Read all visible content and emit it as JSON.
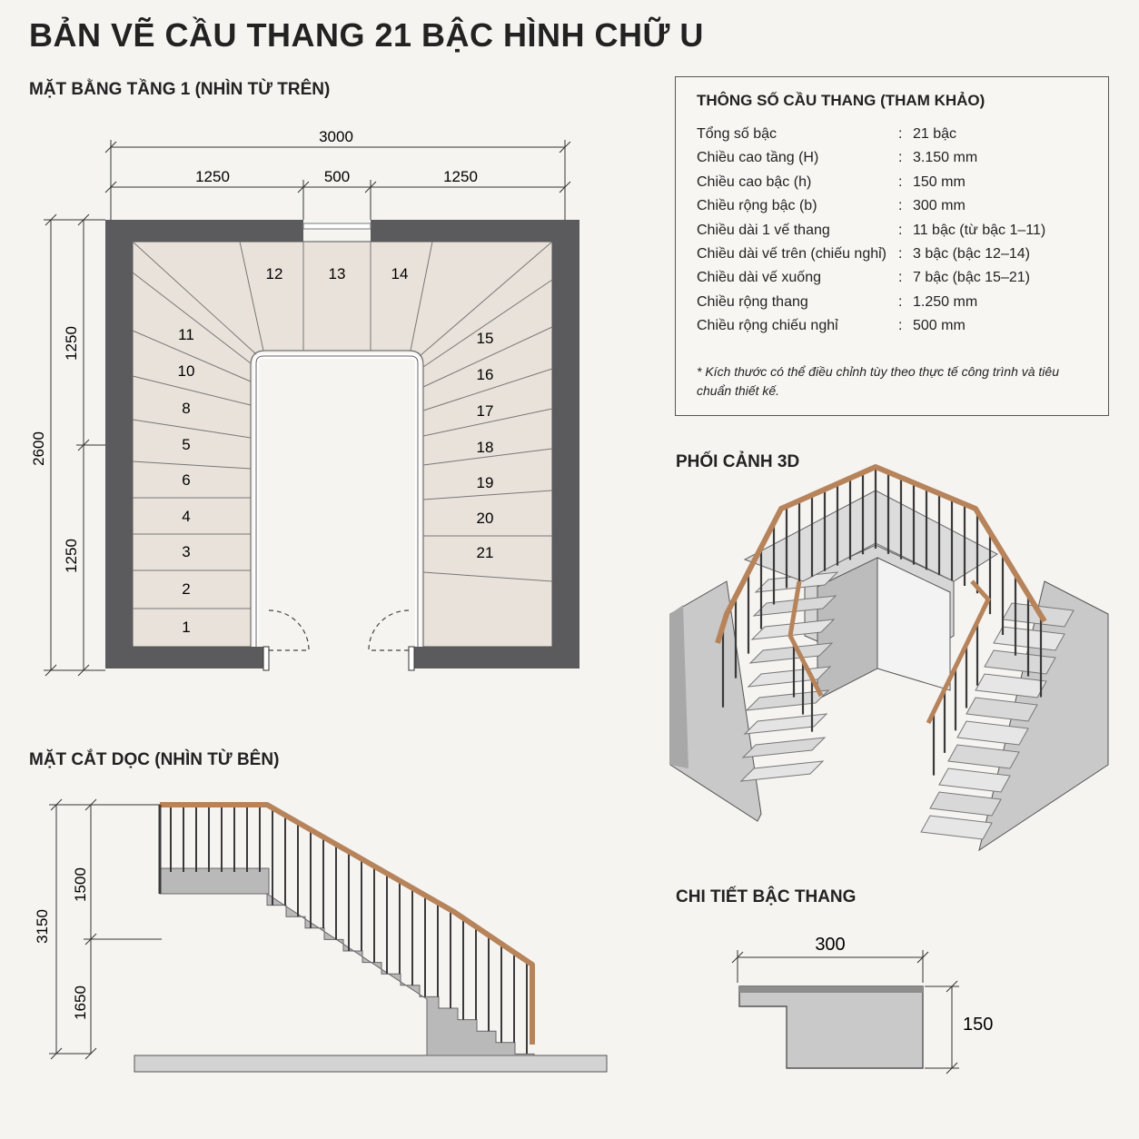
{
  "title": "BẢN VẼ CẦU THANG 21 BẬC HÌNH CHỮ U",
  "plan": {
    "title": "MẶT BẰNG TẦNG 1 (NHÌN TỪ TRÊN)",
    "dim_total_width": "3000",
    "dim_left": "1250",
    "dim_middle": "500",
    "dim_right": "1250",
    "dim_total_height": "2600",
    "dim_upper": "1250",
    "dim_lower": "1250",
    "left_steps": [
      "11",
      "10",
      "8",
      "5",
      "6",
      "4",
      "3",
      "2",
      "1"
    ],
    "top_steps": [
      "12",
      "13",
      "14"
    ],
    "right_steps": [
      "15",
      "16",
      "17",
      "18",
      "19",
      "20",
      "21"
    ]
  },
  "specs": {
    "title": "THÔNG SỐ CẦU THANG (THAM KHẢO)",
    "separator": ":",
    "rows": [
      {
        "label": "Tổng số bậc",
        "value": "21 bậc"
      },
      {
        "label": "Chiều cao tầng (H)",
        "value": "3.150 mm"
      },
      {
        "label": "Chiều cao bậc (h)",
        "value": "150 mm"
      },
      {
        "label": "Chiều rộng bậc (b)",
        "value": "300 mm"
      },
      {
        "label": "Chiều dài 1 vế thang",
        "value": "11 bậc (từ bậc 1–11)"
      },
      {
        "label": "Chiều dài vế trên (chiếu nghỉ)",
        "value": "3 bậc (bậc 12–14)"
      },
      {
        "label": "Chiều dài vế xuống",
        "value": "7 bậc (bậc 15–21)"
      },
      {
        "label": "Chiều rộng thang",
        "value": "1.250 mm"
      },
      {
        "label": "Chiều rộng chiếu nghỉ",
        "value": "500 mm"
      }
    ],
    "note": "* Kích thước có thể điều chỉnh tùy theo thực tế công trình và tiêu chuẩn thiết kế."
  },
  "view3d": {
    "title": "PHỐI CẢNH 3D"
  },
  "section": {
    "title": "MẶT CẮT DỌC (NHÌN TỪ BÊN)",
    "dim_total": "3150",
    "dim_upper": "1500",
    "dim_lower": "1650"
  },
  "detail": {
    "title": "CHI TIẾT BẬC THANG",
    "dim_width": "300",
    "dim_height": "150"
  },
  "colors": {
    "wall": "#5b5b5d",
    "tread": "#e9e2da",
    "handrail": "#b7835a",
    "concrete": "#bdbdbd"
  }
}
